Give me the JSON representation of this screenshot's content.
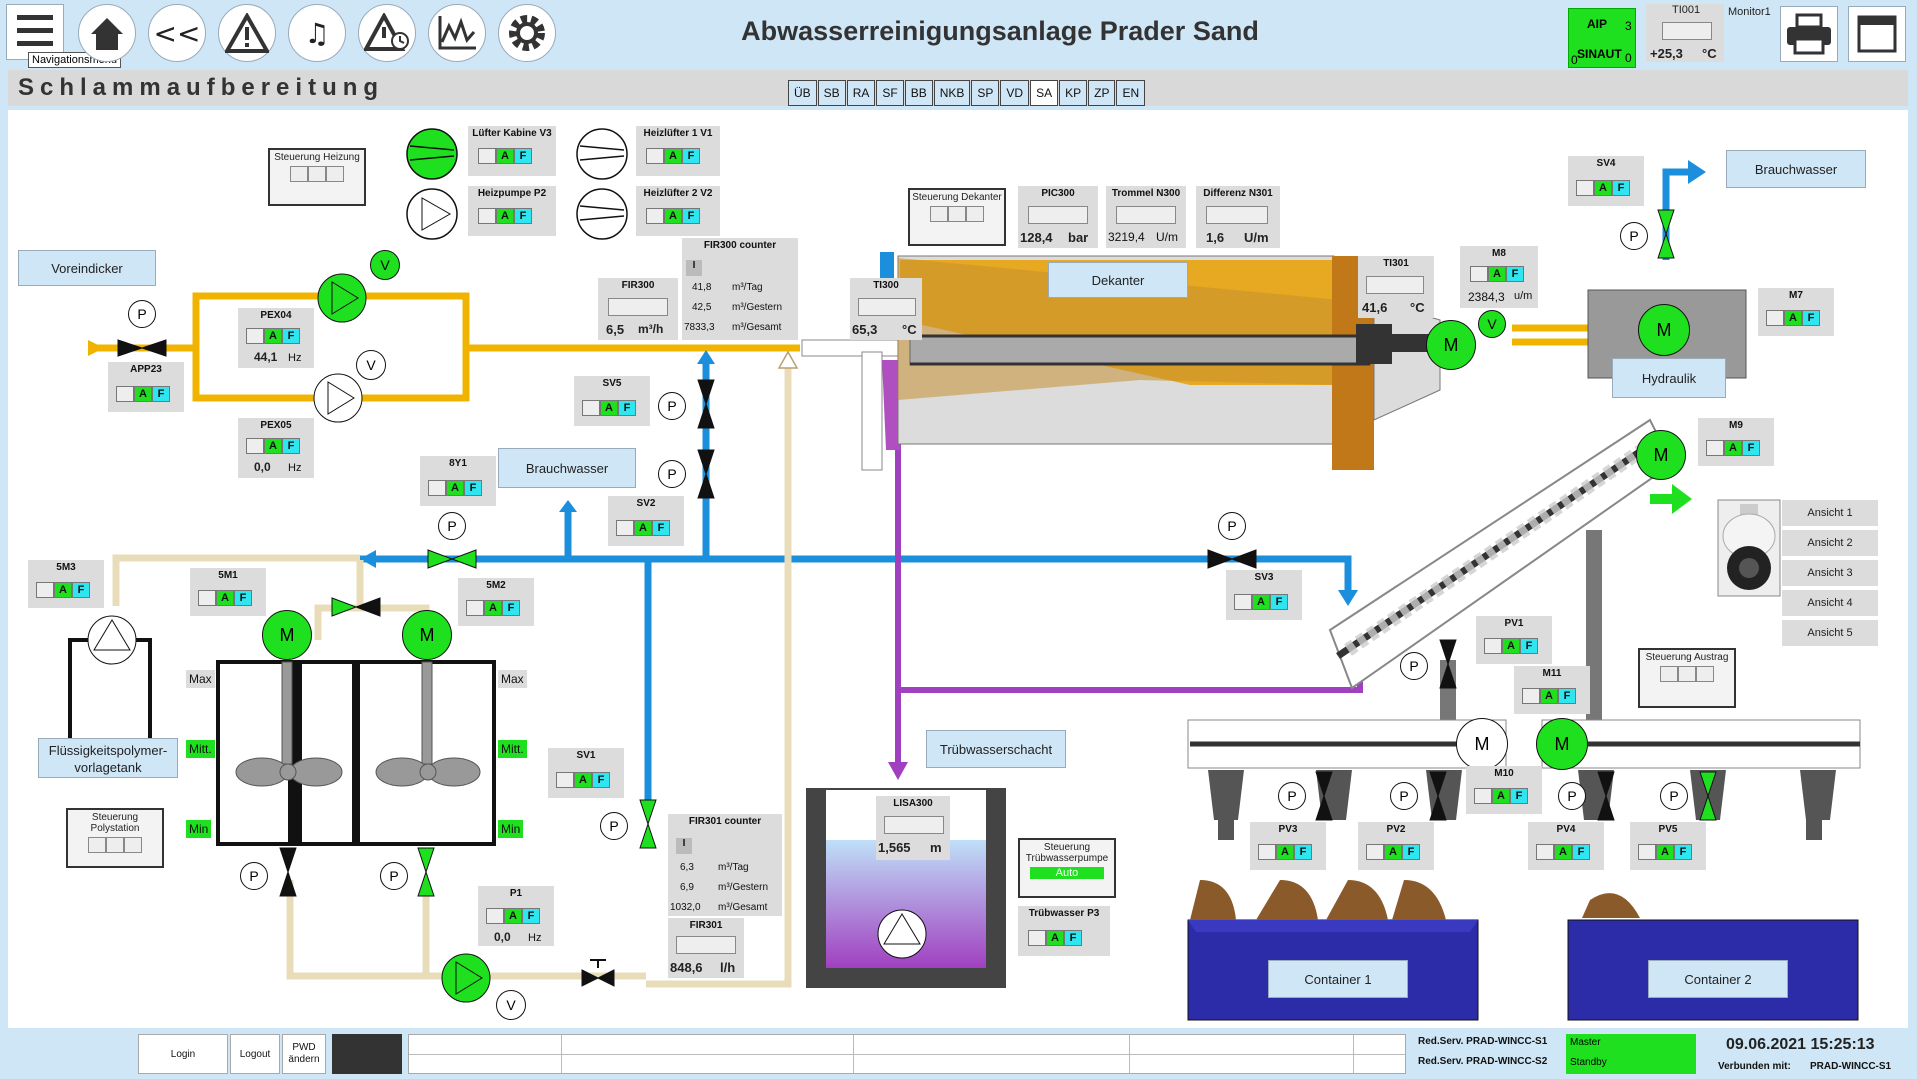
{
  "header": {
    "title": "Abwasserreinigungsanlage Prader Sand",
    "tooltip": "Navigationsmenü",
    "aip": {
      "label1": "AIP",
      "num1": "3",
      "label2": "SINAUT",
      "num2": "0",
      "num0": "0"
    },
    "ti001": {
      "label": "TI001",
      "value": "+25,3",
      "unit": "°C"
    },
    "monitor": "Monitor1",
    "back_label": "<<"
  },
  "page": {
    "title": "Schlammaufbereitung"
  },
  "tabs": [
    "ÜB",
    "SB",
    "RA",
    "SF",
    "BB",
    "NKB",
    "SP",
    "VD",
    "SA",
    "KP",
    "ZP",
    "EN"
  ],
  "active_tab": "SA",
  "labels": {
    "voreindicker": "Voreindicker",
    "brauchwasser_mid": "Brauchwasser",
    "brauchwasser_top": "Brauchwasser",
    "dekanter": "Dekanter",
    "hydraulik": "Hydraulik",
    "truebwasserschacht": "Trübwasserschacht",
    "polymer": "Flüssigkeitspolymer-vorlagetank",
    "container1": "Container 1",
    "container2": "Container 2"
  },
  "controls": {
    "heizung": "Steuerung Heizung",
    "dekanter": "Steuerung Dekanter",
    "polystation": "Steuerung Polystation",
    "austrag": "Steuerung Austrag",
    "truebwasserpumpe": "Steuerung Trübwasserpumpe",
    "truebwasserpumpe_mode": "Auto"
  },
  "af": {
    "a": "A",
    "f": "F"
  },
  "devices": {
    "luefter_v3": "Lüfter Kabine V3",
    "heizpumpe_p2": "Heizpumpe P2",
    "heizluefter_v1": "Heizlüfter 1 V1",
    "heizluefter_v2": "Heizlüfter 2 V2",
    "pex04": {
      "name": "PEX04",
      "value": "44,1",
      "unit": "Hz"
    },
    "pex05": {
      "name": "PEX05",
      "value": "0,0",
      "unit": "Hz"
    },
    "app23": "APP23",
    "sv5": "SV5",
    "sv2": "SV2",
    "sv1": "SV1",
    "sv3": "SV3",
    "sv4": "SV4",
    "y81": "8Y1",
    "m5m3": "5M3",
    "m5m1": "5M1",
    "m5m2": "5M2",
    "p1": {
      "name": "P1",
      "value": "0,0",
      "unit": "Hz"
    },
    "m7": "M7",
    "m9": "M9",
    "m10": "M10",
    "m11": "M11",
    "m8": {
      "name": "M8",
      "value": "2384,3",
      "unit": "u/m"
    },
    "pv1": "PV1",
    "pv3": "PV3",
    "pv2": "PV2",
    "pv4": "PV4",
    "pv5": "PV5",
    "truebwasser_p3": "Trübwasser P3"
  },
  "measurements": {
    "fir300": {
      "name": "FIR300",
      "value": "6,5",
      "unit": "m³/h"
    },
    "fir300_counter": {
      "name": "FIR300 counter",
      "mode": "I",
      "tag": "41,8",
      "tag_unit": "m³/Tag",
      "gestern": "42,5",
      "gestern_unit": "m³/Gestern",
      "gesamt": "7833,3",
      "gesamt_unit": "m³/Gesamt"
    },
    "ti300": {
      "name": "TI300",
      "value": "65,3",
      "unit": "°C"
    },
    "pic300": {
      "name": "PIC300",
      "value": "128,4",
      "unit": "bar"
    },
    "trommel": {
      "name": "Trommel N300",
      "value": "3219,4",
      "unit": "U/m"
    },
    "differenz": {
      "name": "Differenz N301",
      "value": "1,6",
      "unit": "U/m"
    },
    "ti301": {
      "name": "TI301",
      "value": "41,6",
      "unit": "°C"
    },
    "fir301_counter": {
      "name": "FIR301 counter",
      "mode": "I",
      "tag": "6,3",
      "tag_unit": "m³/Tag",
      "gestern": "6,9",
      "gestern_unit": "m³/Gestern",
      "gesamt": "1032,0",
      "gesamt_unit": "m³/Gesamt"
    },
    "fir301": {
      "name": "FIR301",
      "value": "848,6",
      "unit": "l/h"
    },
    "lisa300": {
      "name": "LISA300",
      "value": "1,565",
      "unit": "m"
    }
  },
  "levels": {
    "max": "Max",
    "mitt": "Mitt.",
    "min": "Min"
  },
  "symbols": {
    "p": "P",
    "v": "V",
    "m": "M"
  },
  "views": [
    "Ansicht 1",
    "Ansicht 2",
    "Ansicht 3",
    "Ansicht 4",
    "Ansicht 5"
  ],
  "footer": {
    "login": "Login",
    "logout": "Logout",
    "pwd": "PWD ändern",
    "server1": "Red.Serv. PRAD-WINCC-S1",
    "server2": "Red.Serv. PRAD-WINCC-S2",
    "master": "Master",
    "standby": "Standby",
    "datetime": "09.06.2021 15:25:13",
    "connected": "Verbunden mit:",
    "connected_server": "PRAD-WINCC-S1"
  },
  "colors": {
    "green": "#1fe01f",
    "cyan": "#2fe6f0",
    "blue_pipe": "#1c8fdc",
    "sludge_pipe": "#f0b400",
    "purple_pipe": "#a040c0",
    "beige_pipe": "#e8ddb8",
    "gray_pipe": "#777777"
  },
  "icons": [
    "menu-icon",
    "home-icon",
    "back-icon",
    "warning-icon",
    "music-icon",
    "alarm-clock-icon",
    "chart-icon",
    "gear-icon",
    "printer-icon",
    "window-icon",
    "camera-icon",
    "arrow-right-icon"
  ]
}
